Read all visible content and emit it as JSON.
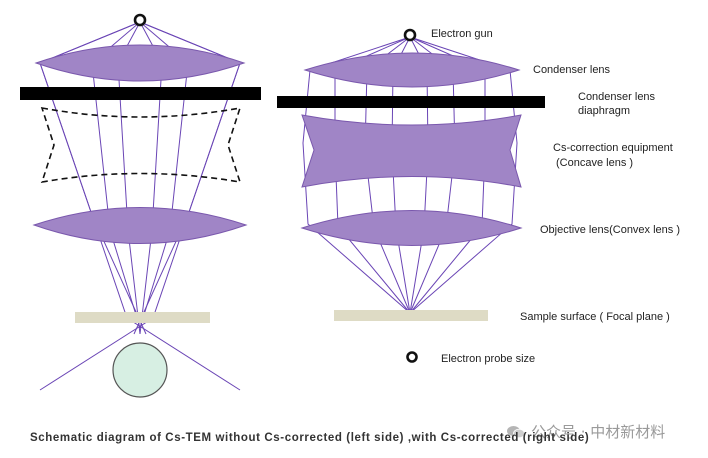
{
  "labels": {
    "electron_gun": "Electron gun",
    "condenser_lens": "Condenser lens",
    "condenser_diaphragm_line1": "Condenser lens",
    "condenser_diaphragm_line2": "diaphragm",
    "cs_correction_line1": "Cs-correction equipment",
    "cs_correction_line2": "(Concave lens )",
    "objective_lens": "Objective lens(Convex lens )",
    "sample_surface": "Sample surface ( Focal plane )",
    "electron_probe_size": "Electron probe size"
  },
  "caption": "Schematic diagram of Cs-TEM without Cs-corrected (left side) ,with Cs-corrected (right side)",
  "watermark": "公众号 · 中材新材料",
  "colors": {
    "lens_fill": "#a085c6",
    "lens_stroke": "#7a58ad",
    "ray": "#6a45b5",
    "diaphragm": "#000000",
    "sample": "#dedbc5",
    "probe_circle": "#d7efe3"
  }
}
